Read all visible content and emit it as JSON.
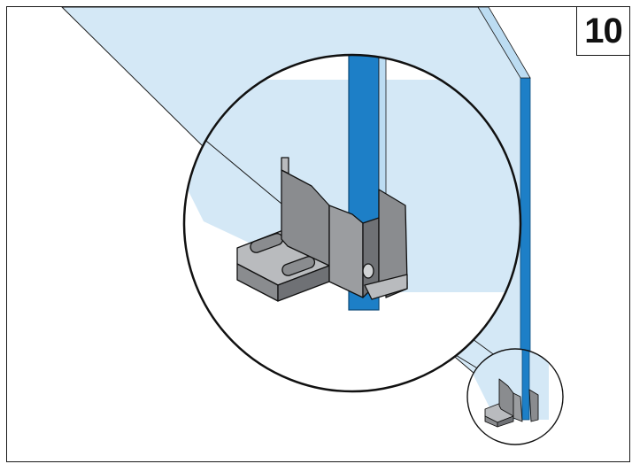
{
  "step": {
    "number": "10"
  },
  "colors": {
    "glass_pane": "#d4e8f6",
    "glass_edge": "#1d7fc7",
    "bracket_face": "#8a8c8f",
    "bracket_side": "#6f7175",
    "bracket_top": "#b9bbbe",
    "outline": "#111111"
  },
  "diagram": {
    "description_icons": [
      "glass-panel",
      "floor-bracket",
      "detail-magnifier-circle"
    ]
  }
}
